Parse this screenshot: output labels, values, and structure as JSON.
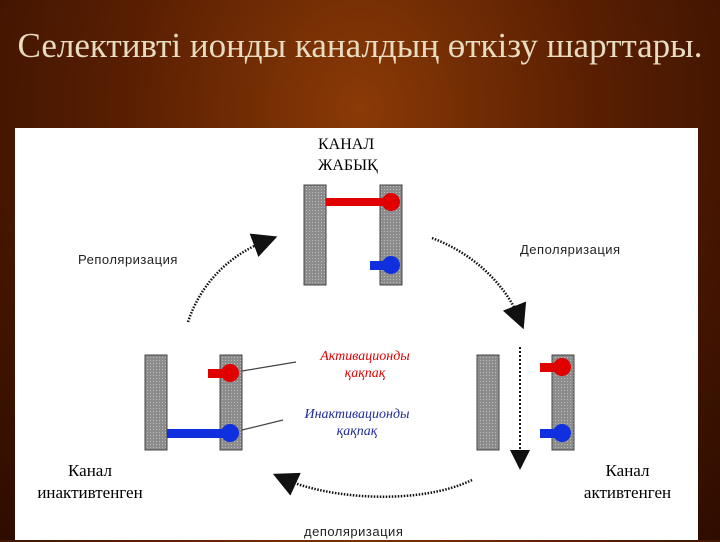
{
  "title": "Селективті ионды каналдың өткізу шарттары.",
  "states": {
    "closed_line1": "КАНАЛ",
    "closed_line2": "ЖАБЫҚ",
    "inactivated_line1": "Канал",
    "inactivated_line2": "инактивтенген",
    "activated_line1": "Канал",
    "activated_line2": "активтенген"
  },
  "transitions": {
    "repolarization": "Реполяризация",
    "depolarization_top": "Деполяризация",
    "depolarization_bottom": "деполяризация"
  },
  "gates": {
    "activation_line1": "Активационды",
    "activation_line2": "қақпақ",
    "inactivation_line1": "Инактивационды",
    "inactivation_line2": "қақпақ"
  },
  "colors": {
    "activation_gate": "#e00000",
    "inactivation_gate": "#1030e0",
    "membrane": "#888888"
  }
}
